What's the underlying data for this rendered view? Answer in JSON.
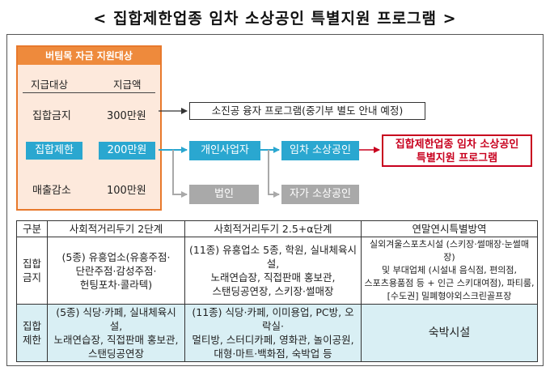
{
  "title": "< 집합제한업종 임차 소상공인 특별지원 프로그램 >",
  "support_panel": {
    "header": "버팀목 자금 지원대상",
    "col_target": "지급대상",
    "col_amount": "지급액",
    "rows": [
      {
        "target": "집합금지",
        "amount": "300만원",
        "highlight": false
      },
      {
        "target": "집합제한",
        "amount": "200만원",
        "highlight": true
      },
      {
        "target": "매출감소",
        "amount": "100만원",
        "highlight": false
      }
    ]
  },
  "flow": {
    "loan_program": "소진공 융자 프로그램(중기부 별도 안내 예정)",
    "individual_business": "개인사업자",
    "tenant_small_business": "임차 소상공인",
    "special_program_line1": "집합제한업종 임차 소상공인",
    "special_program_line2": "특별지원 프로그램",
    "corporation": "법인",
    "owner_small_business": "자가 소상공인"
  },
  "table": {
    "headers": [
      "구분",
      "사회적거리두기 2단계",
      "사회적거리두기 2.5+α단계",
      "연말연시특별방역"
    ],
    "rows": [
      {
        "label_line1": "집합",
        "label_line2": "금지",
        "col1": [
          "(5종) 유흥업소(유흥주점·",
          "단란주점·감성주점·",
          "헌팅포차·콜라텍)"
        ],
        "col2": [
          "(11종) 유흥업소 5종, 학원, 실내체육시설,",
          "노래연습장, 직접판매 홍보관,",
          "스탠딩공연장, 스키장·썰매장"
        ],
        "col3": [
          "실외겨울스포츠시설 (스키장·썰매장·눈썰매장)",
          "및 부대업체 (시설내 음식점, 편의점,",
          "스포츠용품점 등 + 인근 스키대여점), 파티룸,",
          "[수도권] 밀폐형야외스크린골프장"
        ]
      },
      {
        "label_line1": "집합",
        "label_line2": "제한",
        "col1": [
          "(5종) 식당·카페, 실내체육시설,",
          "노래연습장, 직접판매 홍보관,",
          "스탠딩공연장"
        ],
        "col2": [
          "(11종) 식당·카페, 이미용업, PC방, 오락실·",
          "멀티방, 스터디카페, 영화관, 놀이공원,",
          "대형·마트·백화점, 숙박업 등"
        ],
        "col3": [
          "숙박시설"
        ]
      }
    ]
  },
  "colors": {
    "panel_border": "#e8792c",
    "panel_header": "#ee8a3c",
    "panel_fill": "#fde9dc",
    "highlight_blue": "#2aa7d0",
    "gray_box": "#a9a9a9",
    "program_red": "#c8001e",
    "row_tint": "#d9eff4"
  }
}
